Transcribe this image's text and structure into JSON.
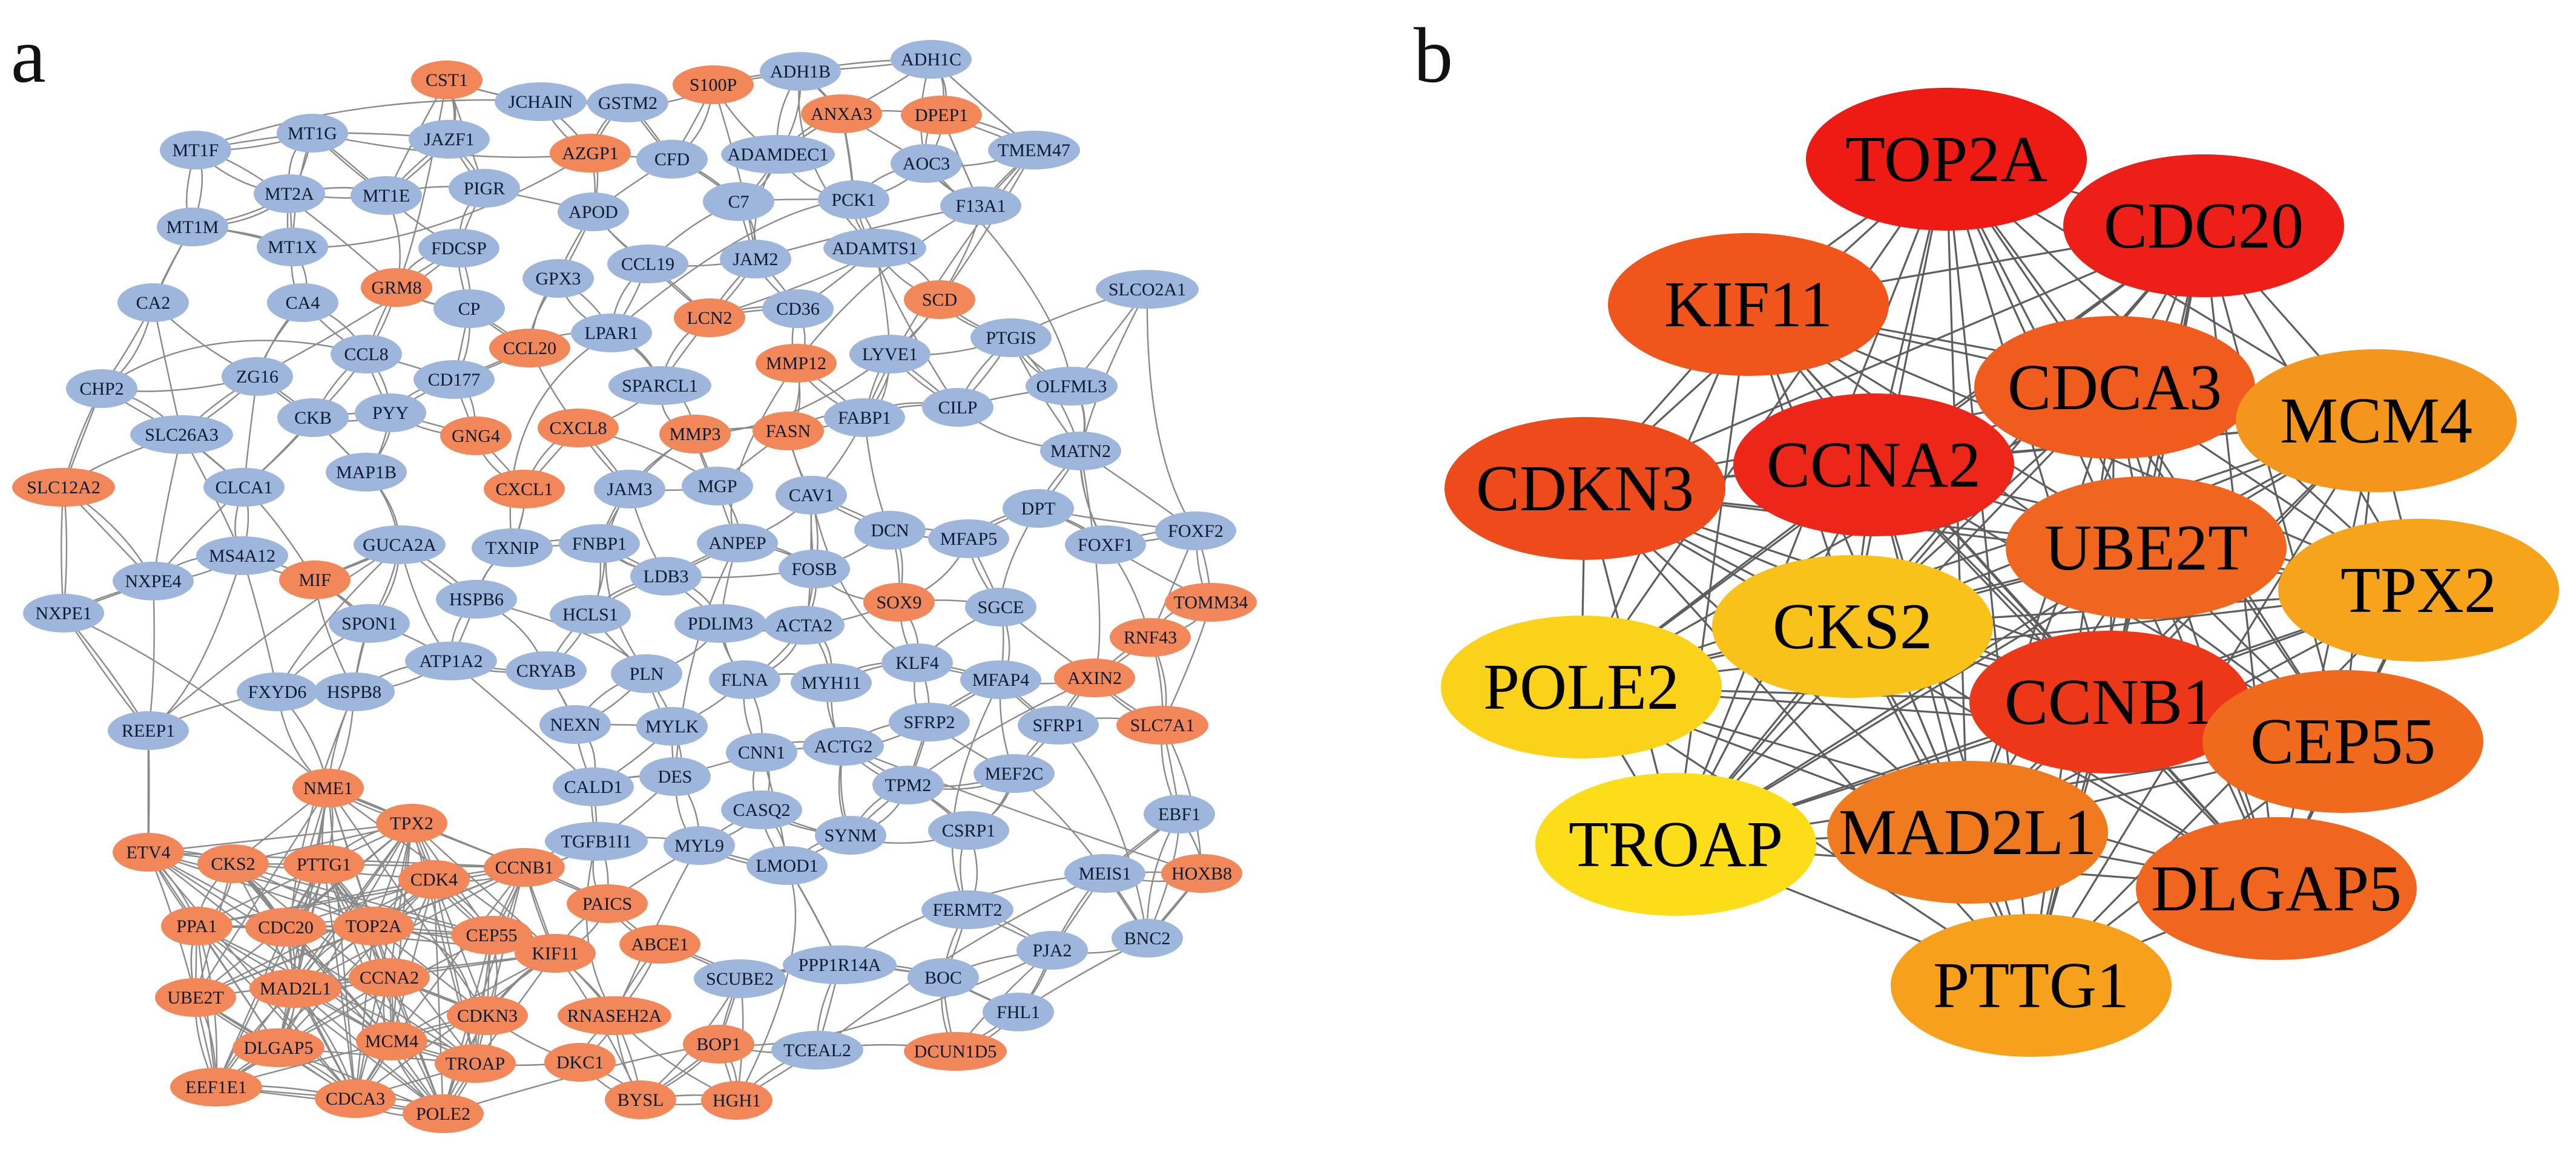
{
  "panels": {
    "a": {
      "label": "a",
      "colors": {
        "up": "#F2875A",
        "down": "#9EB5DC",
        "edge": "#8a8a8a"
      },
      "nodes": [
        {
          "id": "CST1",
          "t": "up"
        },
        {
          "id": "S100P",
          "t": "up"
        },
        {
          "id": "ADH1B",
          "t": "down"
        },
        {
          "id": "ADH1C",
          "t": "down"
        },
        {
          "id": "JCHAIN",
          "t": "down"
        },
        {
          "id": "GSTM2",
          "t": "down"
        },
        {
          "id": "ANXA3",
          "t": "up"
        },
        {
          "id": "DPEP1",
          "t": "up"
        },
        {
          "id": "MT1F",
          "t": "down"
        },
        {
          "id": "MT1G",
          "t": "down"
        },
        {
          "id": "JAZF1",
          "t": "down"
        },
        {
          "id": "AZGP1",
          "t": "up"
        },
        {
          "id": "CFD",
          "t": "down"
        },
        {
          "id": "ADAMDEC1",
          "t": "down"
        },
        {
          "id": "TMEM47",
          "t": "down"
        },
        {
          "id": "AOC3",
          "t": "down"
        },
        {
          "id": "MT2A",
          "t": "down"
        },
        {
          "id": "MT1E",
          "t": "down"
        },
        {
          "id": "PIGR",
          "t": "down"
        },
        {
          "id": "APOD",
          "t": "down"
        },
        {
          "id": "C7",
          "t": "down"
        },
        {
          "id": "PCK1",
          "t": "down"
        },
        {
          "id": "F13A1",
          "t": "down"
        },
        {
          "id": "MT1M",
          "t": "down"
        },
        {
          "id": "MT1X",
          "t": "down"
        },
        {
          "id": "FDCSP",
          "t": "down"
        },
        {
          "id": "CCL19",
          "t": "down"
        },
        {
          "id": "JAM2",
          "t": "down"
        },
        {
          "id": "ADAMTS1",
          "t": "down"
        },
        {
          "id": "GRM8",
          "t": "up"
        },
        {
          "id": "GPX3",
          "t": "down"
        },
        {
          "id": "SCD",
          "t": "up"
        },
        {
          "id": "CA2",
          "t": "down"
        },
        {
          "id": "CA4",
          "t": "down"
        },
        {
          "id": "CP",
          "t": "down"
        },
        {
          "id": "LCN2",
          "t": "up"
        },
        {
          "id": "CD36",
          "t": "down"
        },
        {
          "id": "SLCO2A1",
          "t": "down"
        },
        {
          "id": "LPAR1",
          "t": "down"
        },
        {
          "id": "PTGIS",
          "t": "down"
        },
        {
          "id": "CCL8",
          "t": "down"
        },
        {
          "id": "CCL20",
          "t": "up"
        },
        {
          "id": "MMP12",
          "t": "up"
        },
        {
          "id": "LYVE1",
          "t": "down"
        },
        {
          "id": "ZG16",
          "t": "down"
        },
        {
          "id": "CD177",
          "t": "down"
        },
        {
          "id": "SPARCL1",
          "t": "down"
        },
        {
          "id": "OLFML3",
          "t": "down"
        },
        {
          "id": "CHP2",
          "t": "down"
        },
        {
          "id": "CKB",
          "t": "down"
        },
        {
          "id": "PYY",
          "t": "down"
        },
        {
          "id": "CILP",
          "t": "down"
        },
        {
          "id": "FABP1",
          "t": "down"
        },
        {
          "id": "GNG4",
          "t": "up"
        },
        {
          "id": "CXCL8",
          "t": "up"
        },
        {
          "id": "MMP3",
          "t": "up"
        },
        {
          "id": "FASN",
          "t": "up"
        },
        {
          "id": "SLC26A3",
          "t": "down"
        },
        {
          "id": "MATN2",
          "t": "down"
        },
        {
          "id": "MAP1B",
          "t": "down"
        },
        {
          "id": "SLC12A2",
          "t": "up"
        },
        {
          "id": "CLCA1",
          "t": "down"
        },
        {
          "id": "CXCL1",
          "t": "up"
        },
        {
          "id": "JAM3",
          "t": "down"
        },
        {
          "id": "MGP",
          "t": "down"
        },
        {
          "id": "CAV1",
          "t": "down"
        },
        {
          "id": "DPT",
          "t": "down"
        },
        {
          "id": "MS4A12",
          "t": "down"
        },
        {
          "id": "GUCA2A",
          "t": "down"
        },
        {
          "id": "TXNIP",
          "t": "down"
        },
        {
          "id": "FNBP1",
          "t": "down"
        },
        {
          "id": "ANPEP",
          "t": "down"
        },
        {
          "id": "DCN",
          "t": "down"
        },
        {
          "id": "MFAP5",
          "t": "down"
        },
        {
          "id": "FOXF1",
          "t": "down"
        },
        {
          "id": "FOXF2",
          "t": "down"
        },
        {
          "id": "NXPE4",
          "t": "down"
        },
        {
          "id": "MIF",
          "t": "up"
        },
        {
          "id": "LDB3",
          "t": "down"
        },
        {
          "id": "FOSB",
          "t": "down"
        },
        {
          "id": "TOMM34",
          "t": "up"
        },
        {
          "id": "HSPB6",
          "t": "down"
        },
        {
          "id": "SOX9",
          "t": "up"
        },
        {
          "id": "SGCE",
          "t": "down"
        },
        {
          "id": "NXPE1",
          "t": "down"
        },
        {
          "id": "SPON1",
          "t": "down"
        },
        {
          "id": "HCLS1",
          "t": "down"
        },
        {
          "id": "PDLIM3",
          "t": "down"
        },
        {
          "id": "ACTA2",
          "t": "down"
        },
        {
          "id": "RNF43",
          "t": "up"
        },
        {
          "id": "ATP1A2",
          "t": "down"
        },
        {
          "id": "CRYAB",
          "t": "down"
        },
        {
          "id": "PLN",
          "t": "down"
        },
        {
          "id": "FLNA",
          "t": "down"
        },
        {
          "id": "MYH11",
          "t": "down"
        },
        {
          "id": "KLF4",
          "t": "down"
        },
        {
          "id": "MFAP4",
          "t": "down"
        },
        {
          "id": "AXIN2",
          "t": "up"
        },
        {
          "id": "FXYD6",
          "t": "down"
        },
        {
          "id": "HSPB8",
          "t": "down"
        },
        {
          "id": "REEP1",
          "t": "down"
        },
        {
          "id": "NEXN",
          "t": "down"
        },
        {
          "id": "MYLK",
          "t": "down"
        },
        {
          "id": "SFRP2",
          "t": "down"
        },
        {
          "id": "SFRP1",
          "t": "down"
        },
        {
          "id": "SLC7A1",
          "t": "up"
        },
        {
          "id": "ACTG2",
          "t": "down"
        },
        {
          "id": "CNN1",
          "t": "down"
        },
        {
          "id": "CALD1",
          "t": "down"
        },
        {
          "id": "DES",
          "t": "down"
        },
        {
          "id": "TPM2",
          "t": "down"
        },
        {
          "id": "MEF2C",
          "t": "down"
        },
        {
          "id": "NME1",
          "t": "up"
        },
        {
          "id": "CASQ2",
          "t": "down"
        },
        {
          "id": "TPX2",
          "t": "up"
        },
        {
          "id": "EBF1",
          "t": "down"
        },
        {
          "id": "ETV4",
          "t": "up"
        },
        {
          "id": "CKS2",
          "t": "up"
        },
        {
          "id": "PTTG1",
          "t": "up"
        },
        {
          "id": "TGFB1I1",
          "t": "down"
        },
        {
          "id": "MYL9",
          "t": "down"
        },
        {
          "id": "SYNM",
          "t": "down"
        },
        {
          "id": "CSRP1",
          "t": "down"
        },
        {
          "id": "CDK4",
          "t": "up"
        },
        {
          "id": "CCNB1",
          "t": "up"
        },
        {
          "id": "LMOD1",
          "t": "down"
        },
        {
          "id": "MEIS1",
          "t": "down"
        },
        {
          "id": "HOXB8",
          "t": "up"
        },
        {
          "id": "PAICS",
          "t": "up"
        },
        {
          "id": "PPA1",
          "t": "up"
        },
        {
          "id": "CDC20",
          "t": "up"
        },
        {
          "id": "TOP2A",
          "t": "up"
        },
        {
          "id": "CEP55",
          "t": "up"
        },
        {
          "id": "FERMT2",
          "t": "down"
        },
        {
          "id": "ABCE1",
          "t": "up"
        },
        {
          "id": "KIF11",
          "t": "up"
        },
        {
          "id": "PPP1R14A",
          "t": "down"
        },
        {
          "id": "PJA2",
          "t": "down"
        },
        {
          "id": "BNC2",
          "t": "down"
        },
        {
          "id": "UBE2T",
          "t": "up"
        },
        {
          "id": "MAD2L1",
          "t": "up"
        },
        {
          "id": "CCNA2",
          "t": "up"
        },
        {
          "id": "SCUBE2",
          "t": "down"
        },
        {
          "id": "BOC",
          "t": "down"
        },
        {
          "id": "FHL1",
          "t": "down"
        },
        {
          "id": "DLGAP5",
          "t": "up"
        },
        {
          "id": "MCM4",
          "t": "up"
        },
        {
          "id": "CDKN3",
          "t": "up"
        },
        {
          "id": "RNASEH2A",
          "t": "up"
        },
        {
          "id": "BOP1",
          "t": "up"
        },
        {
          "id": "TCEAL2",
          "t": "down"
        },
        {
          "id": "DCUN1D5",
          "t": "up"
        },
        {
          "id": "TROAP",
          "t": "up"
        },
        {
          "id": "DKC1",
          "t": "up"
        },
        {
          "id": "EEF1E1",
          "t": "up"
        },
        {
          "id": "CDCA3",
          "t": "up"
        },
        {
          "id": "POLE2",
          "t": "up"
        },
        {
          "id": "BYSL",
          "t": "up"
        },
        {
          "id": "HGH1",
          "t": "up"
        }
      ]
    },
    "b": {
      "label": "b",
      "nodes": [
        {
          "id": "TOP2A",
          "color": "#EE1A14"
        },
        {
          "id": "CDC20",
          "color": "#EC2018"
        },
        {
          "id": "KIF11",
          "color": "#F0561C"
        },
        {
          "id": "CDCA3",
          "color": "#F05C1E"
        },
        {
          "id": "MCM4",
          "color": "#F5961C"
        },
        {
          "id": "CDKN3",
          "color": "#ED4B1B"
        },
        {
          "id": "CCNA2",
          "color": "#EC2618"
        },
        {
          "id": "UBE2T",
          "color": "#F0661E"
        },
        {
          "id": "TPX2",
          "color": "#F6A41C"
        },
        {
          "id": "CKS2",
          "color": "#F9C21A"
        },
        {
          "id": "POLE2",
          "color": "#FAD21A"
        },
        {
          "id": "CCNB1",
          "color": "#EC3819"
        },
        {
          "id": "CEP55",
          "color": "#F06A1E"
        },
        {
          "id": "TROAP",
          "color": "#FBDD1A"
        },
        {
          "id": "MAD2L1",
          "color": "#F07A1E"
        },
        {
          "id": "DLGAP5",
          "color": "#F0661E"
        },
        {
          "id": "PTTG1",
          "color": "#F6A01C"
        }
      ]
    }
  }
}
